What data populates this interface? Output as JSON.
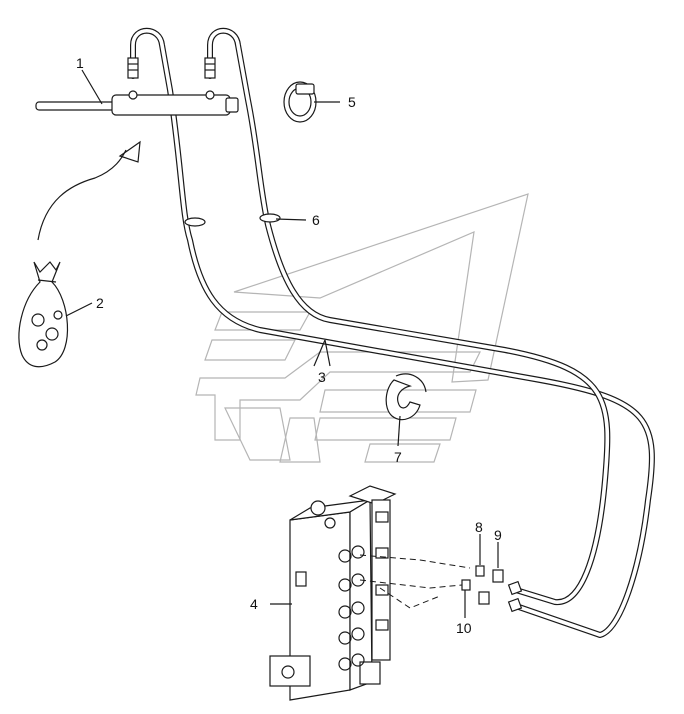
{
  "callouts": {
    "c1": "1",
    "c2": "2",
    "c3": "3",
    "c4": "4",
    "c5": "5",
    "c6": "6",
    "c7": "7",
    "c8": "8",
    "c9": "9",
    "c10": "10"
  },
  "colors": {
    "line": "#1a1a1a",
    "watermark": "#b5b5b5",
    "background": "#ffffff"
  }
}
